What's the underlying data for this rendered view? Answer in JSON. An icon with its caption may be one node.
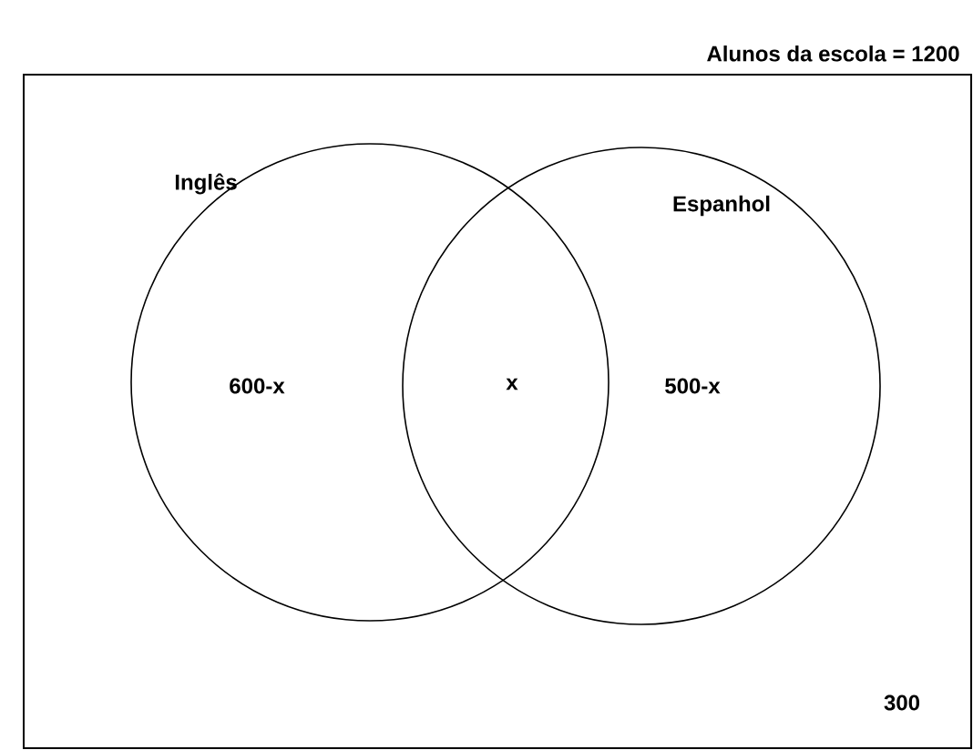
{
  "diagram": {
    "nodes": [
      {
        "text": [
          "Alunos da escola = 1200"
        ]
      },
      {
        "text": [
          "Inglês",
          "600-x"
        ],
        "in": 0
      },
      {
        "text": [
          "Espanhol",
          "500-x"
        ],
        "in": 0
      }
    ],
    "labels": [
      "x",
      "300"
    ]
  }
}
